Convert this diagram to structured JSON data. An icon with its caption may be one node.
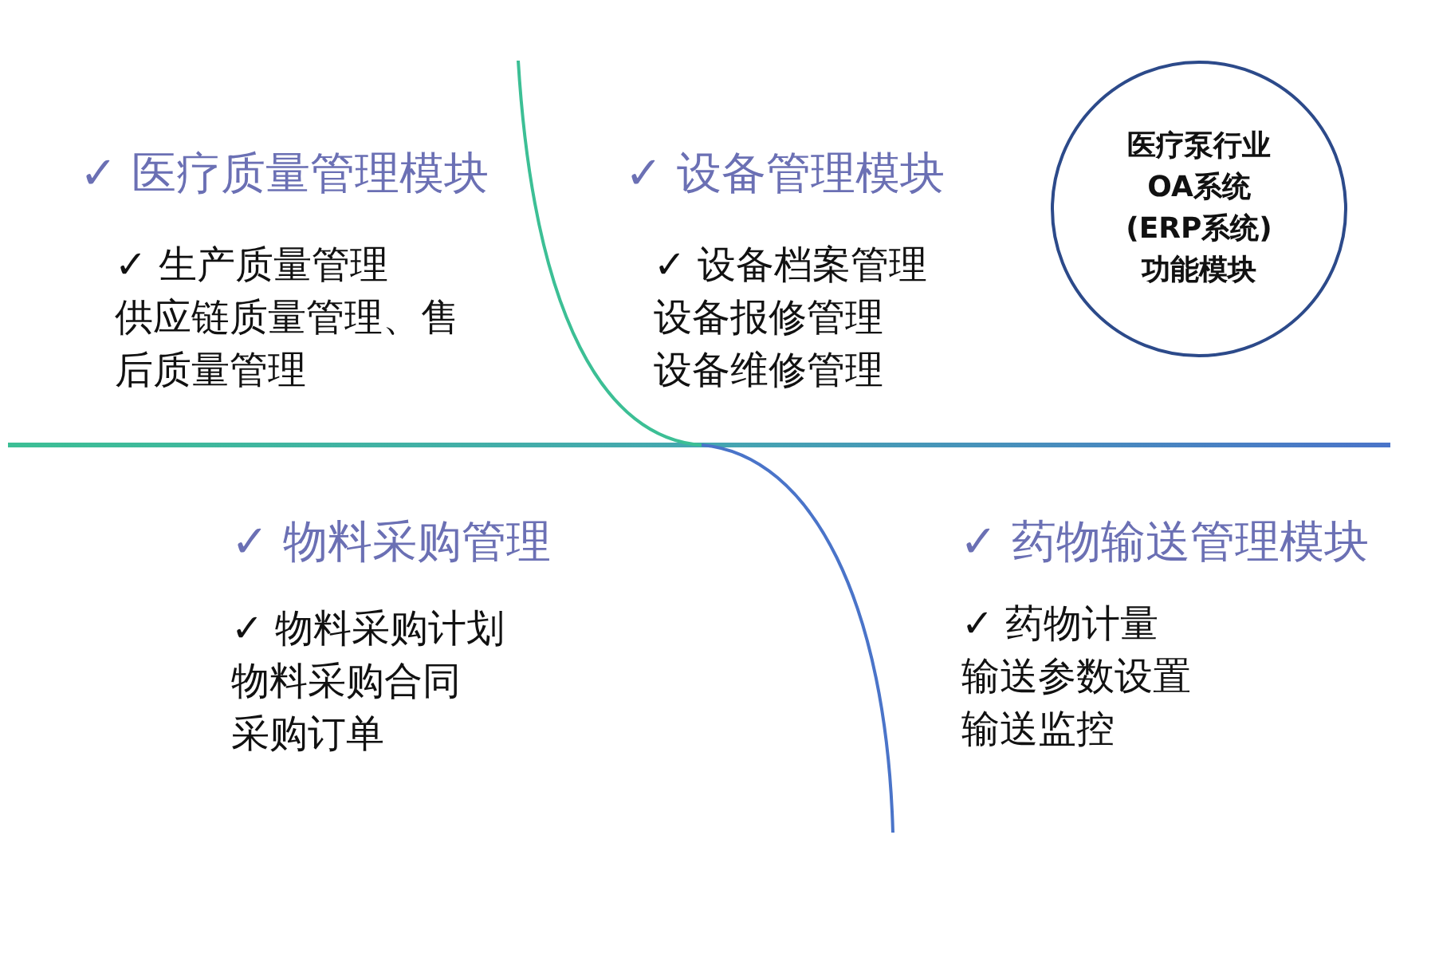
{
  "diagram": {
    "nodes": [
      {
        "text": [
          "医疗泵行业OA系统(ERP系统)功能模块"
        ]
      }
    ],
    "edges": [],
    "labels": [
      "✓ 医疗质量管理模块",
      "✓ 生产质量管理",
      "供应链质量管理、售后质量管理",
      "✓ 设备管理模块",
      "✓ 设备档案管理",
      "设备报修管理",
      "设备维修管理",
      "✓ 物料采购管理",
      "✓ 物料采购计划",
      "物料采购合同",
      "采购订单",
      "✓ 药物输送管理模块",
      "✓ 药物计量",
      "输送参数设置",
      "输送监控"
    ]
  }
}
